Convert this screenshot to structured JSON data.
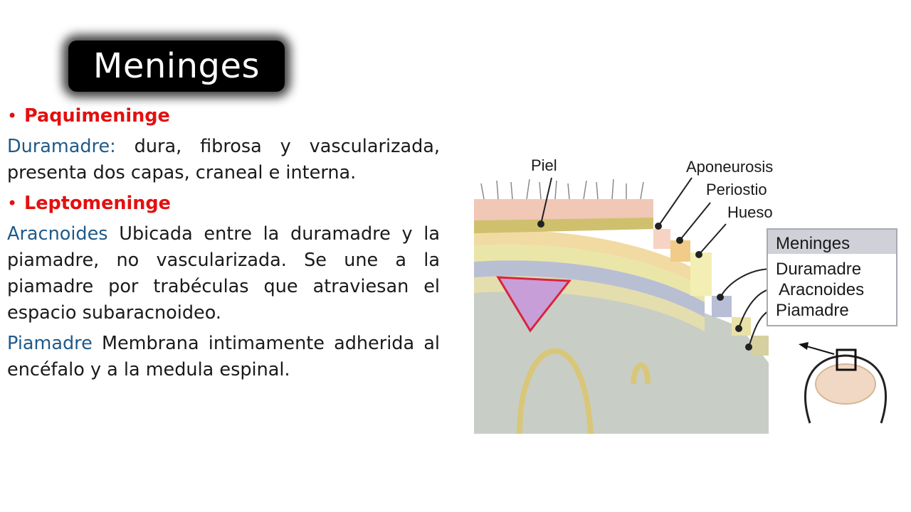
{
  "title": "Meninges",
  "sections": {
    "paqui_heading": "Paquimeninge",
    "dura_term": "Duramadre:",
    "dura_text": " dura, fibrosa y vascularizada, presenta dos capas, craneal e interna.",
    "lepto_heading": "Leptomeninge",
    "arac_term": "Aracnoides",
    "arac_text": " Ubicada entre la duramadre  y la piamadre, no vascularizada. Se une a la piamadre por trabéculas que atraviesan el espacio subaracnoideo.",
    "pia_term": "Piamadre",
    "pia_text": " Membrana intimamente adherida al encéfalo y a la medula espinal."
  },
  "diagram": {
    "labels": {
      "piel": "Piel",
      "aponeurosis": "Aponeurosis",
      "periostio": "Periostio",
      "hueso": "Hueso"
    },
    "legend": {
      "title": "Meninges",
      "items": [
        "Duramadre",
        "Aracnoides",
        "Piamadre"
      ]
    }
  },
  "colors": {
    "title_bg": "#000000",
    "heading_red": "#e31010",
    "term_blue": "#1f5a8a"
  }
}
